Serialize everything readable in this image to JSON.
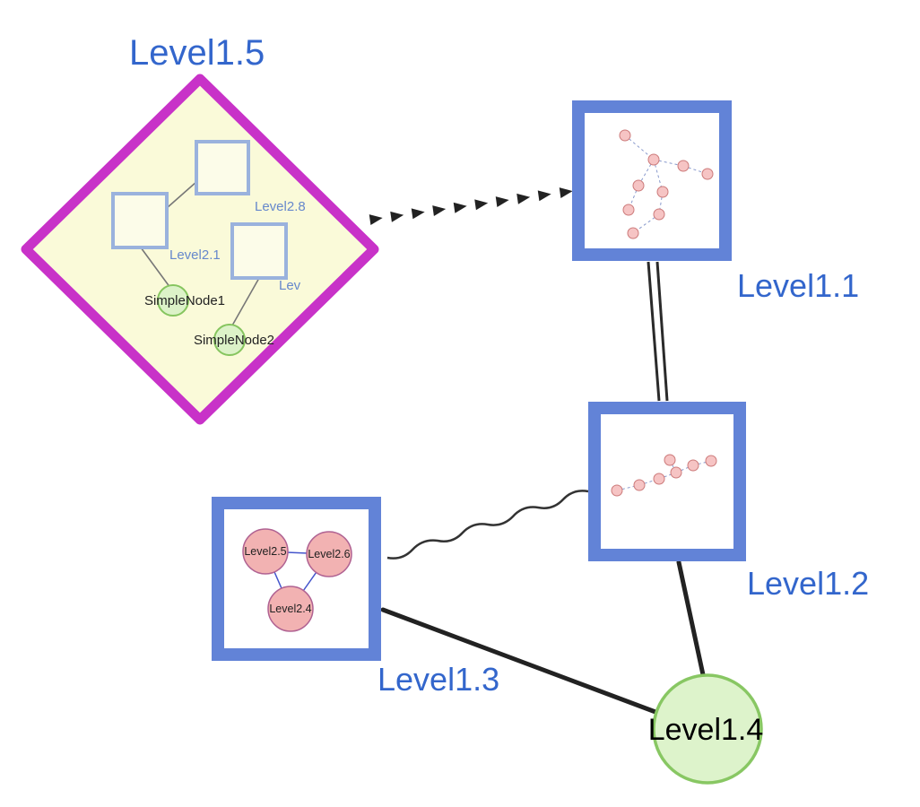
{
  "diagram_type": "nested-graph-visualization",
  "labels": {
    "level15": "Level1.5",
    "level11": "Level1.1",
    "level12": "Level1.2",
    "level13": "Level1.3",
    "level14": "Level1.4",
    "level28": "Level2.8",
    "level21": "Level2.1",
    "lev": "Lev",
    "simplenode1": "SimpleNode1",
    "simplenode2": "SimpleNode2",
    "level25": "Level2.5",
    "level26": "Level2.6",
    "level24": "Level2.4"
  },
  "nodes": [
    {
      "id": "Level1.5",
      "shape": "diamond",
      "kind": "group",
      "border_color": "#c832c8",
      "fill": "#fafad9",
      "children": [
        "Level2.8",
        "Level2.1",
        "Lev",
        "SimpleNode1",
        "SimpleNode2"
      ]
    },
    {
      "id": "Level1.1",
      "shape": "square",
      "kind": "group-thumbnail",
      "border_color": "#6283d7",
      "fill": "#ffffff",
      "thumbnail_node_count": 9
    },
    {
      "id": "Level1.2",
      "shape": "square",
      "kind": "group-thumbnail",
      "border_color": "#6283d7",
      "fill": "#ffffff",
      "thumbnail_node_count": 7
    },
    {
      "id": "Level1.3",
      "shape": "square",
      "kind": "group",
      "border_color": "#6283d7",
      "fill": "#ffffff",
      "children": [
        "Level2.5",
        "Level2.6",
        "Level2.4"
      ]
    },
    {
      "id": "Level1.4",
      "shape": "circle",
      "kind": "simple",
      "border_color": "#88c763",
      "fill": "#ddf3cb"
    }
  ],
  "edges": [
    {
      "from": "Level1.5",
      "to": "Level1.1",
      "style": "dashed-arrow-chain"
    },
    {
      "from": "Level1.1",
      "to": "Level1.2",
      "style": "double-line"
    },
    {
      "from": "Level1.2",
      "to": "Level1.3",
      "style": "wavy"
    },
    {
      "from": "Level1.3",
      "to": "Level1.4",
      "style": "solid"
    },
    {
      "from": "Level1.2",
      "to": "Level1.4",
      "style": "solid"
    },
    {
      "from": "Level2.1",
      "to": "Level2.8",
      "style": "solid"
    },
    {
      "from": "Level2.1",
      "to": "SimpleNode1",
      "style": "solid"
    },
    {
      "from": "Lev",
      "to": "SimpleNode2",
      "style": "solid"
    },
    {
      "from": "Level2.5",
      "to": "Level2.6",
      "style": "solid"
    },
    {
      "from": "Level2.5",
      "to": "Level2.4",
      "style": "solid"
    },
    {
      "from": "Level2.6",
      "to": "Level2.4",
      "style": "solid"
    }
  ],
  "colors": {
    "label_blue": "#3366cc",
    "inner_label_blue": "#6688cc",
    "diamond_border": "#c832c8",
    "diamond_fill": "#fafad9",
    "box_border_blue": "#6283d7",
    "inner_square_border": "#9ab2dd",
    "green_fill": "#dcf2c8",
    "green_border": "#86c55f",
    "pink_node_fill": "#f4bcbc",
    "pink_node_border": "#c87070",
    "edge_black": "#222222",
    "mini_edge_blue": "#8899cc"
  }
}
